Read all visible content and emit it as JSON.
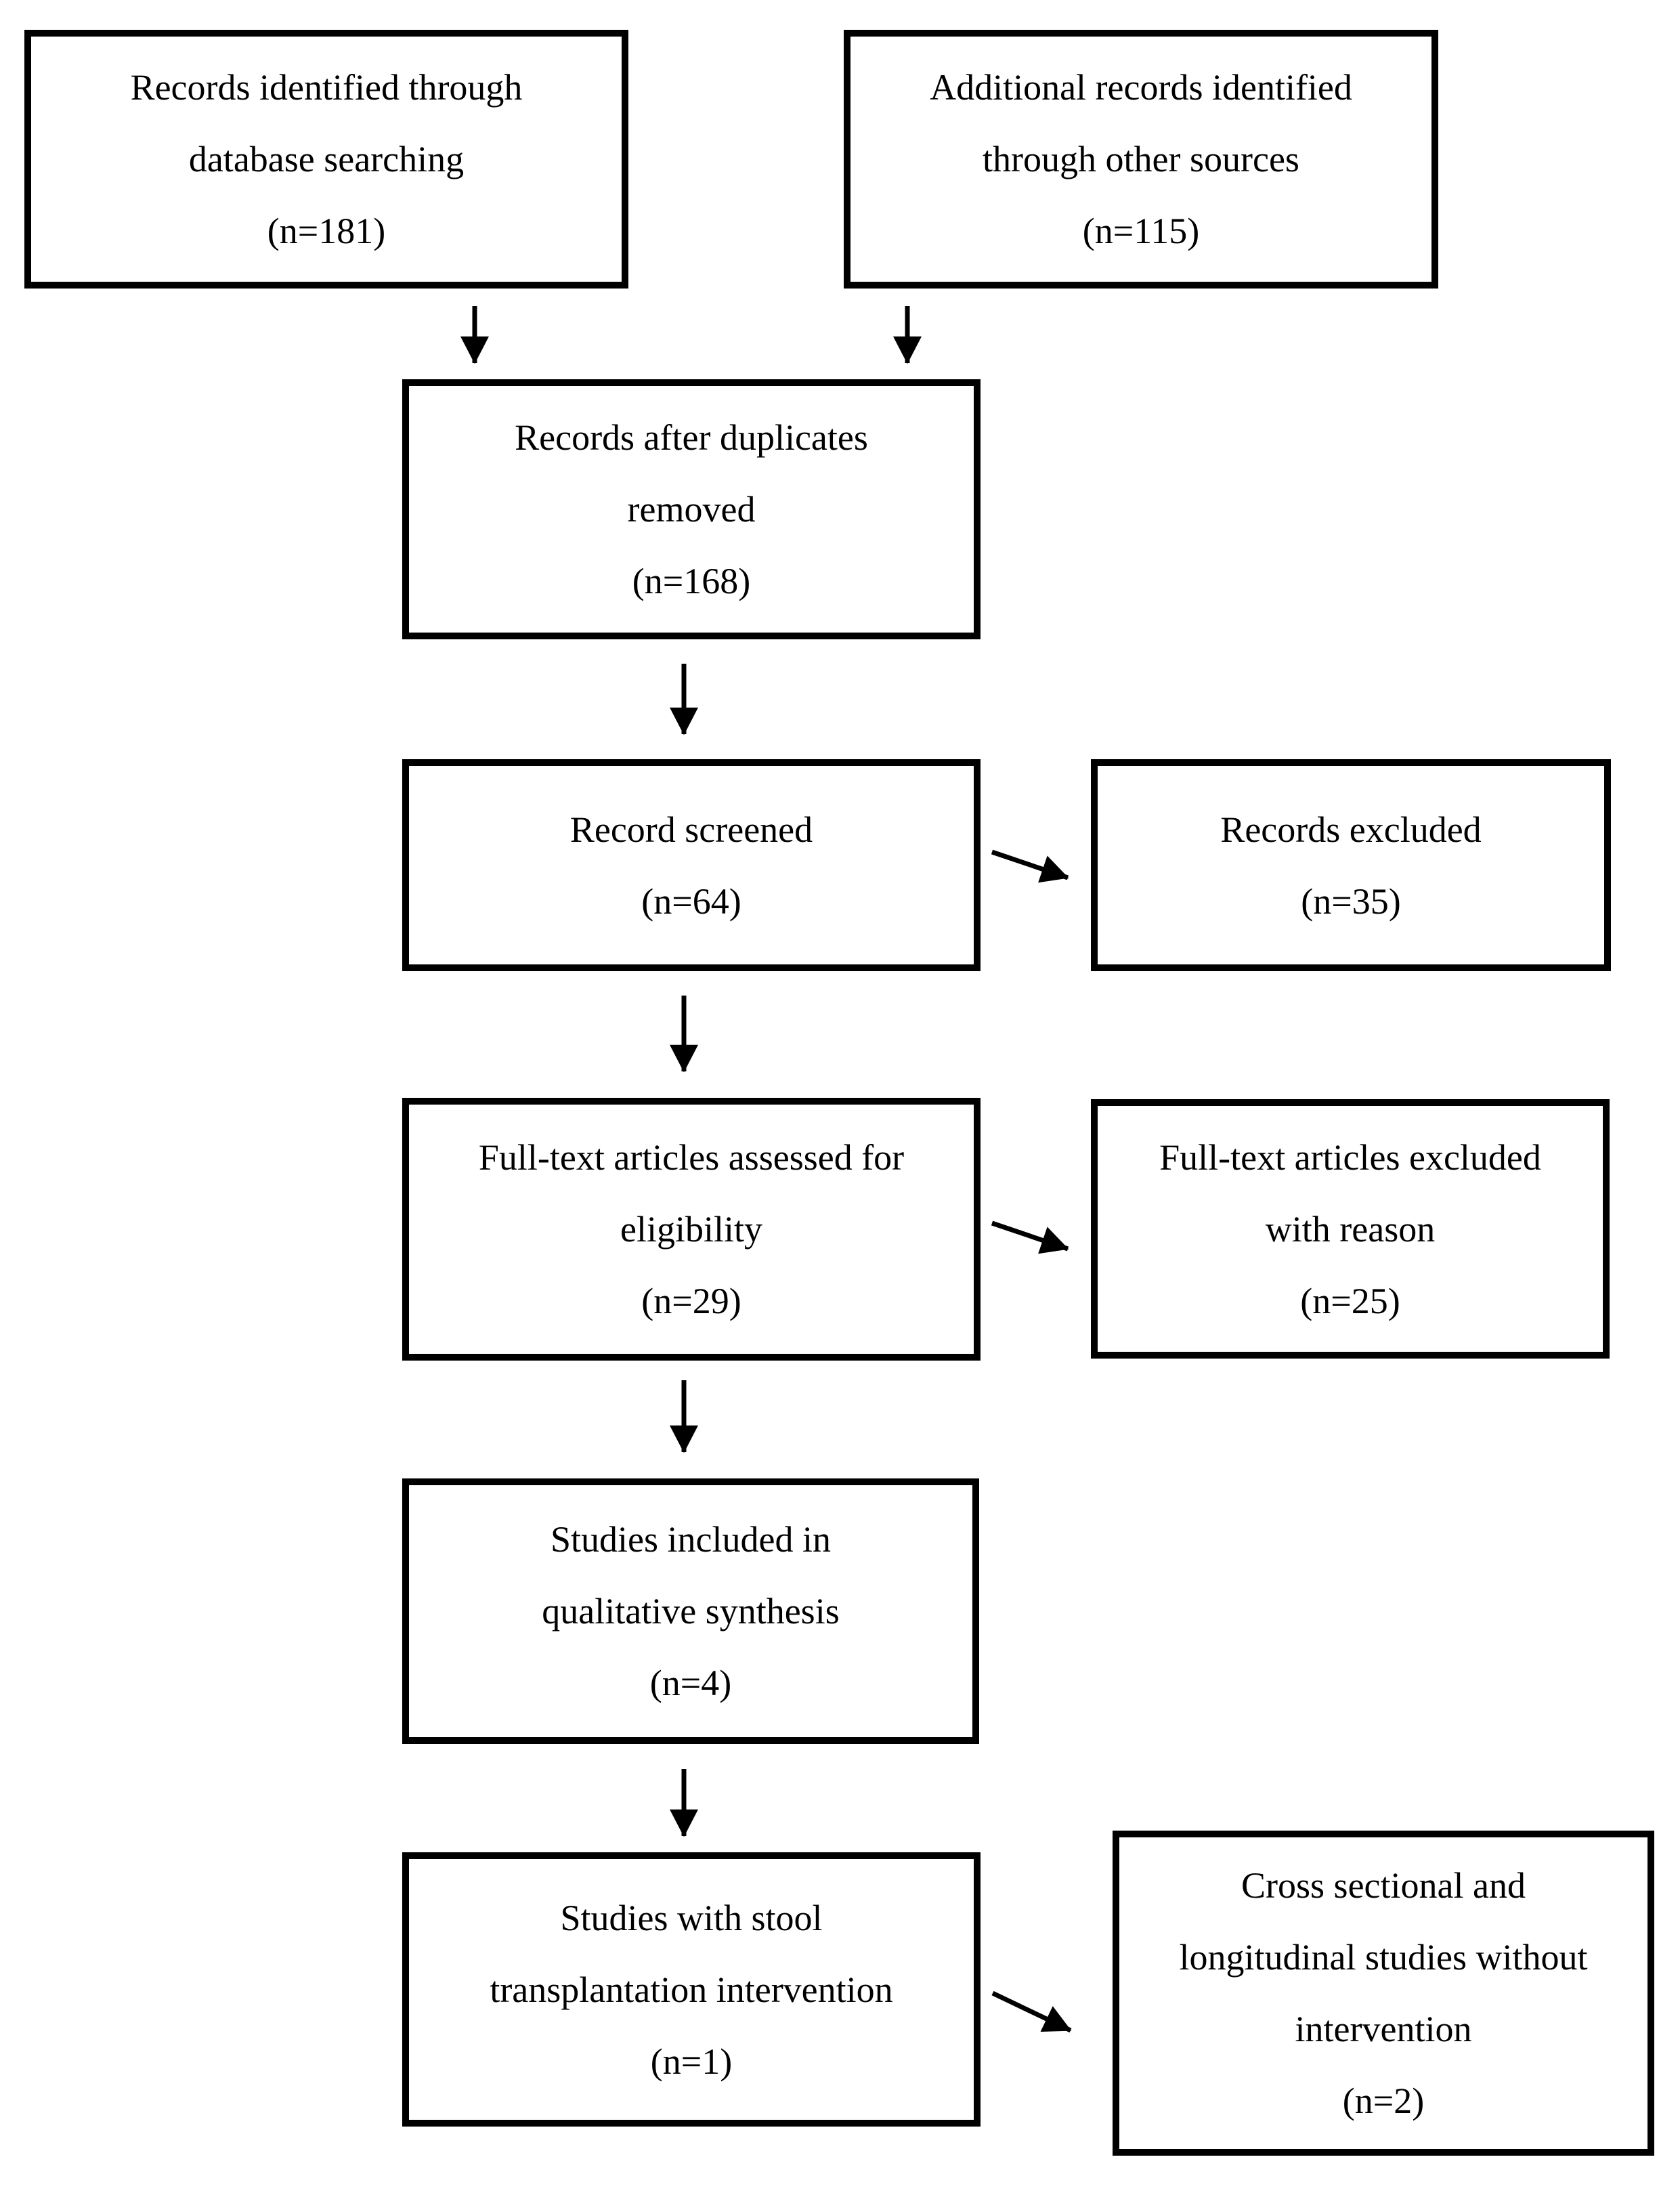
{
  "colors": {
    "background": "#ffffff",
    "box_border": "#000000",
    "text": "#000000",
    "arrow": "#000000"
  },
  "diagram": {
    "type": "prisma-flow",
    "boxes": [
      {
        "id": "records-identified-database",
        "lines": [
          "Records identified through",
          "database searching",
          "(n=181)"
        ]
      },
      {
        "id": "additional-records-other-sources",
        "lines": [
          "Additional records identified",
          "through other sources",
          "(n=115)"
        ]
      },
      {
        "id": "records-after-duplicates-removed",
        "lines": [
          "Records after duplicates",
          "removed",
          "(n=168)"
        ]
      },
      {
        "id": "records-screened",
        "lines": [
          "Record screened",
          "(n=64)"
        ]
      },
      {
        "id": "records-excluded",
        "lines": [
          "Records excluded",
          "(n=35)"
        ]
      },
      {
        "id": "fulltext-articles-assessed",
        "lines": [
          "Full-text articles assessed for",
          "eligibility",
          "(n=29)"
        ]
      },
      {
        "id": "fulltext-articles-excluded",
        "lines": [
          "Full-text articles excluded",
          "with reason",
          "(n=25)"
        ]
      },
      {
        "id": "studies-included-qualitative",
        "lines": [
          "Studies included in",
          "qualitative synthesis",
          "(n=4)"
        ]
      },
      {
        "id": "studies-stool-transplantation",
        "lines": [
          "Studies with stool",
          "transplantation intervention",
          "(n=1)"
        ]
      },
      {
        "id": "cross-sectional-longitudinal",
        "lines": [
          "Cross sectional and",
          "longitudinal studies without",
          "intervention",
          "(n=2)"
        ]
      }
    ],
    "edges": [
      {
        "from": "records-identified-database",
        "to": "records-after-duplicates-removed",
        "direction": "down"
      },
      {
        "from": "additional-records-other-sources",
        "to": "records-after-duplicates-removed",
        "direction": "down"
      },
      {
        "from": "records-after-duplicates-removed",
        "to": "records-screened",
        "direction": "down"
      },
      {
        "from": "records-screened",
        "to": "records-excluded",
        "direction": "right"
      },
      {
        "from": "records-screened",
        "to": "fulltext-articles-assessed",
        "direction": "down"
      },
      {
        "from": "fulltext-articles-assessed",
        "to": "fulltext-articles-excluded",
        "direction": "right"
      },
      {
        "from": "fulltext-articles-assessed",
        "to": "studies-included-qualitative",
        "direction": "down"
      },
      {
        "from": "studies-included-qualitative",
        "to": "studies-stool-transplantation",
        "direction": "down"
      },
      {
        "from": "studies-stool-transplantation",
        "to": "cross-sectional-longitudinal",
        "direction": "right"
      }
    ]
  }
}
